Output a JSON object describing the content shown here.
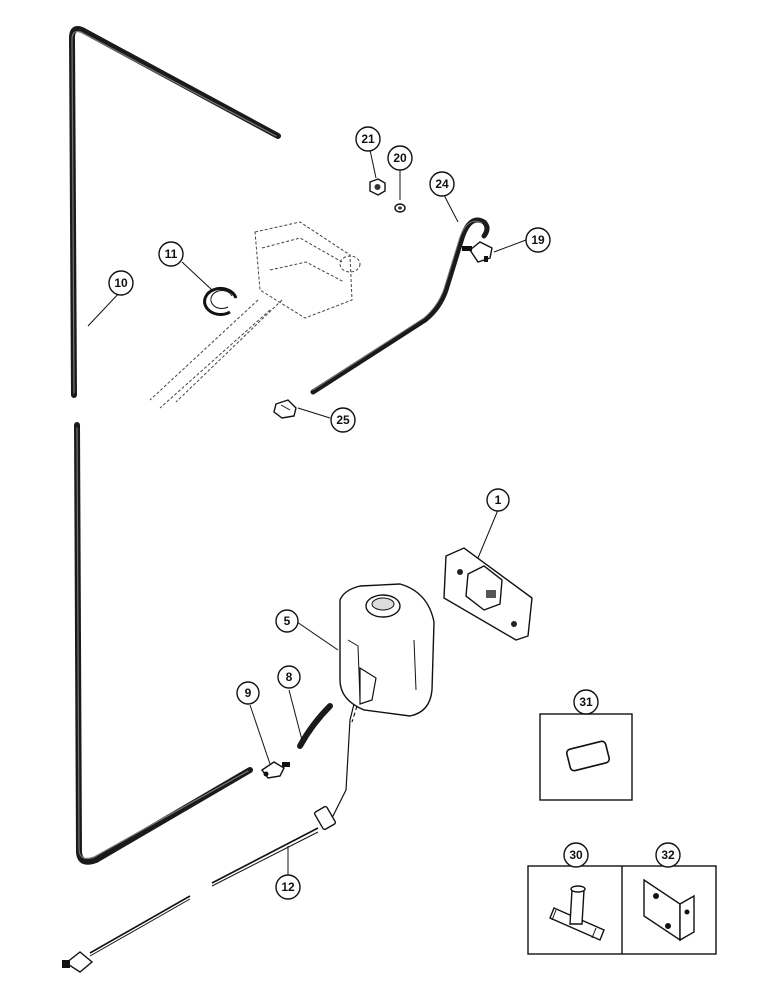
{
  "diagram": {
    "callouts": {
      "c1": "1",
      "c5": "5",
      "c8": "8",
      "c9": "9",
      "c10": "10",
      "c11": "11",
      "c12": "12",
      "c19": "19",
      "c20": "20",
      "c21": "21",
      "c24": "24",
      "c25": "25",
      "c30": "30",
      "c31": "31",
      "c32": "32"
    }
  }
}
